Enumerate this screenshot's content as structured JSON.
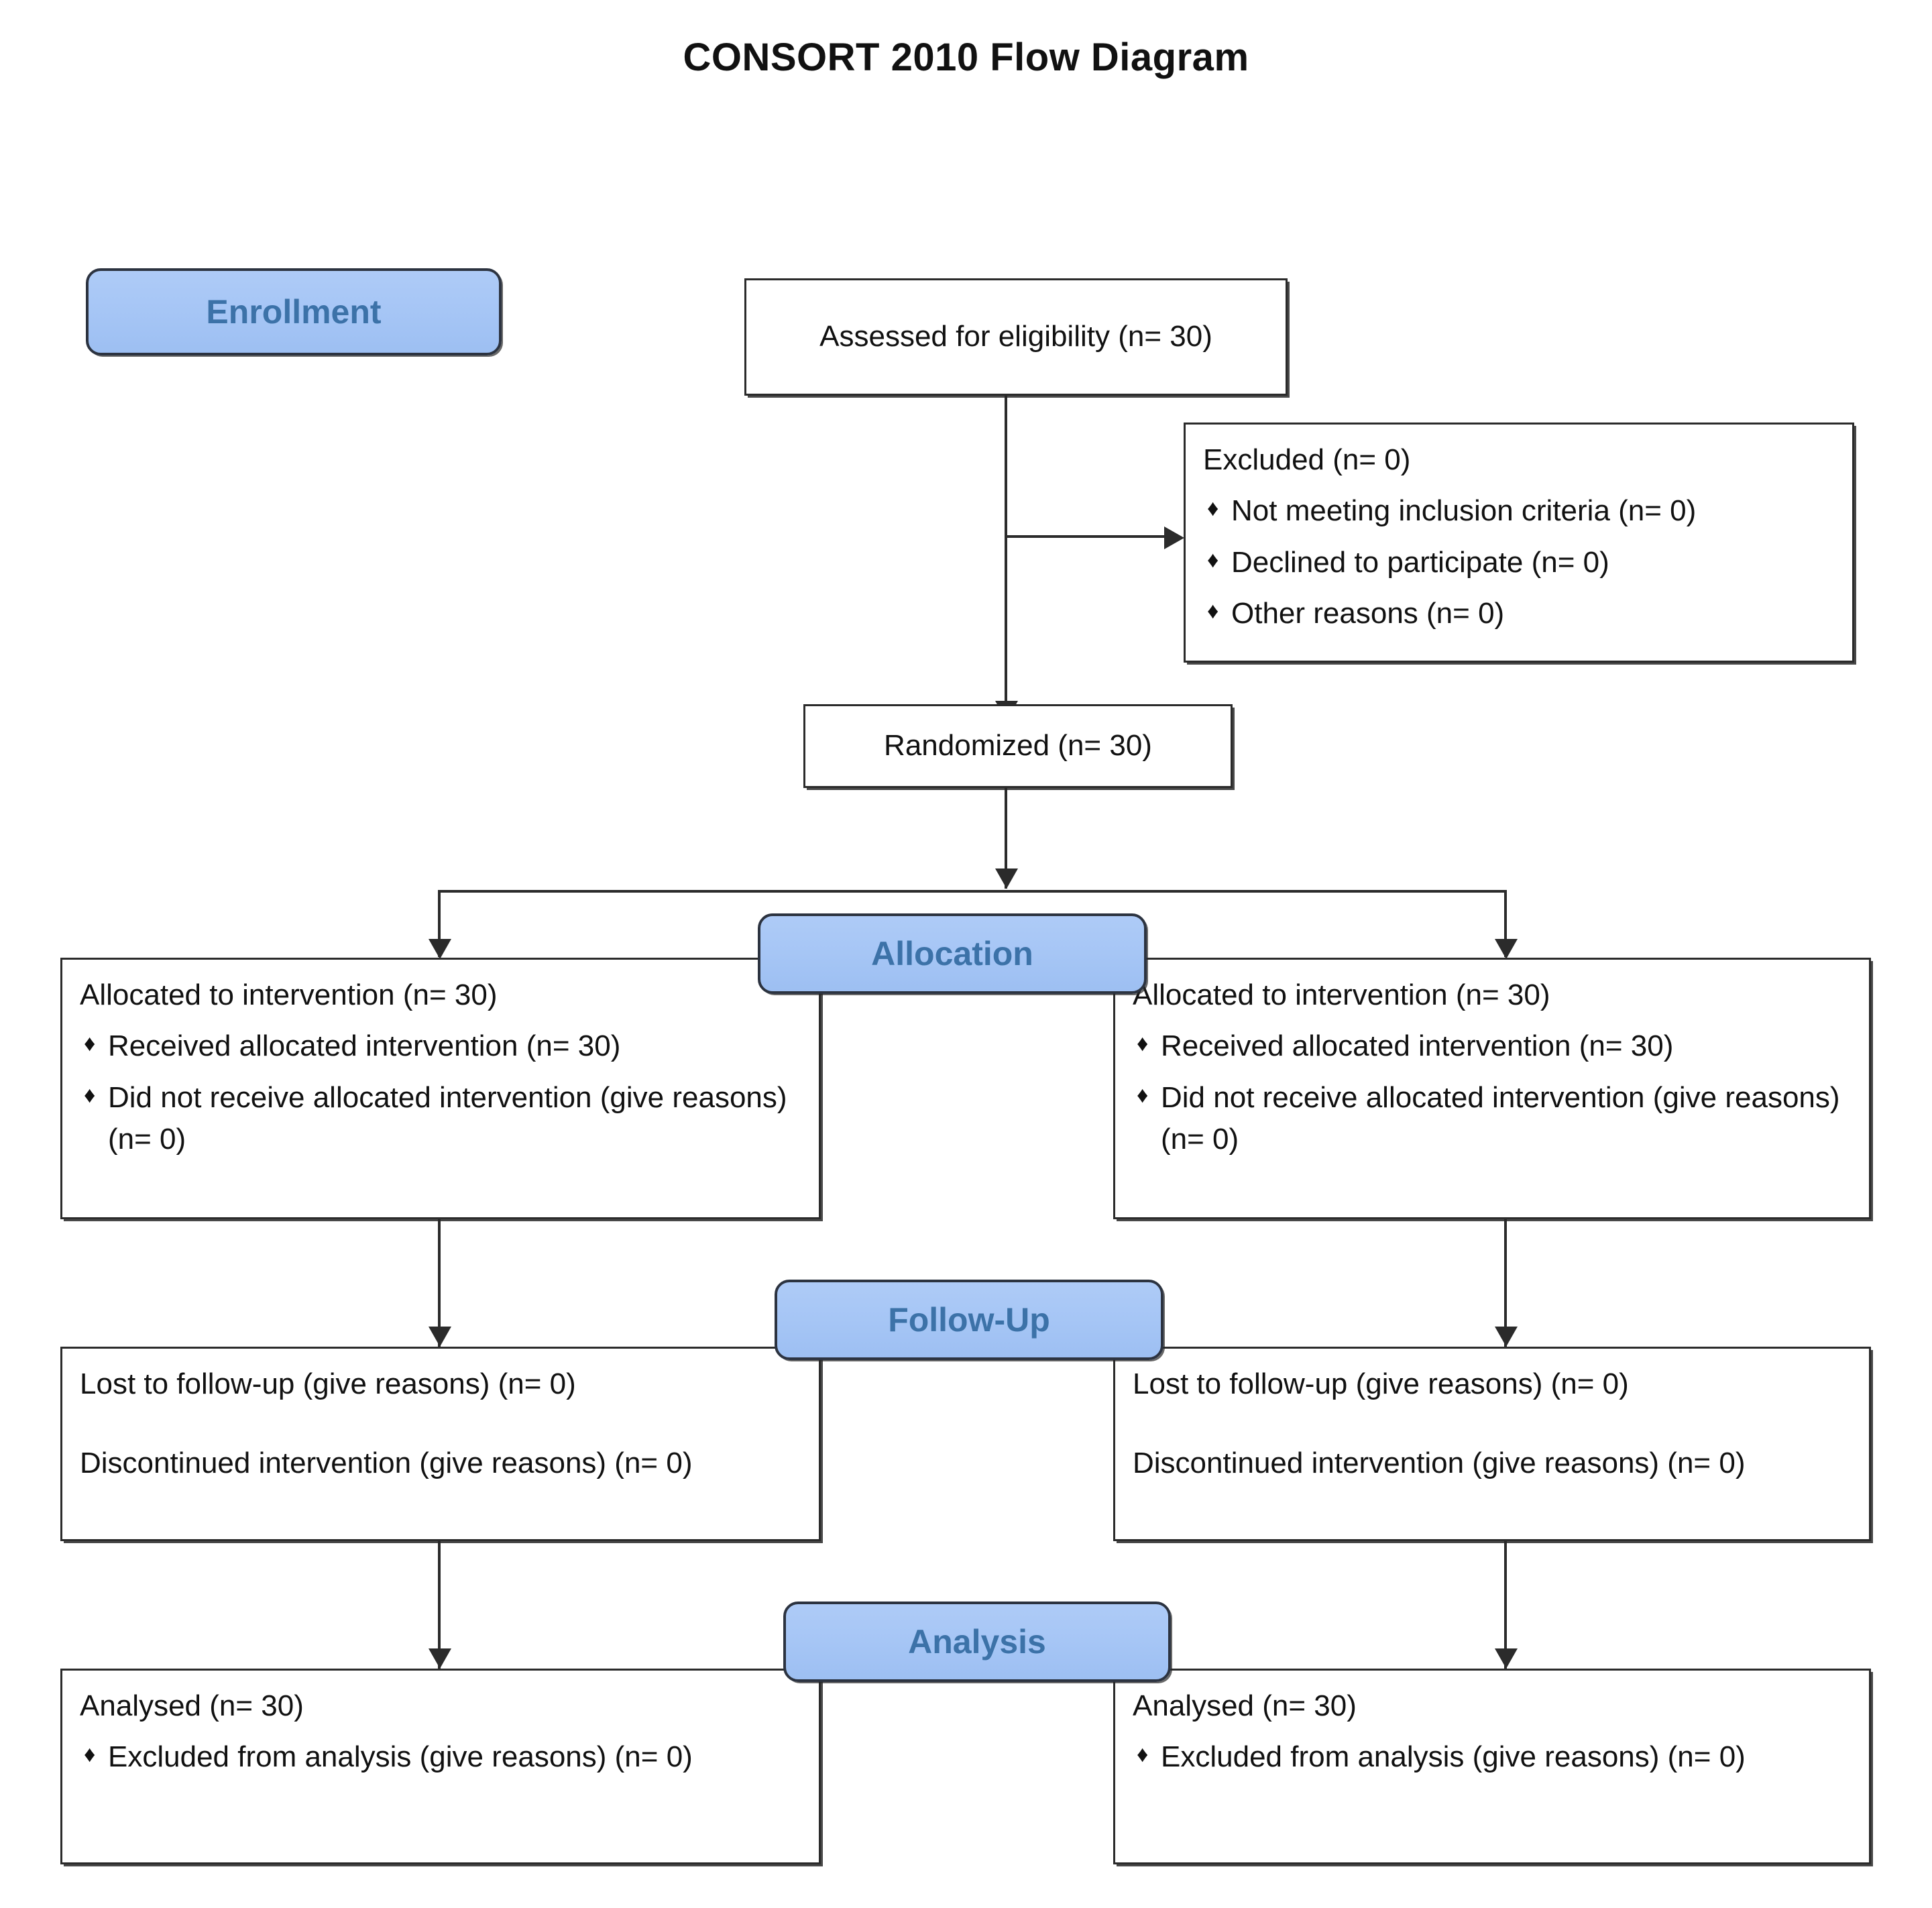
{
  "title": "CONSORT 2010 Flow Diagram",
  "stages": {
    "enrollment": "Enrollment",
    "allocation": "Allocation",
    "followup": "Follow-Up",
    "analysis": "Analysis"
  },
  "bullet_glyph": "♦",
  "colors": {
    "badge_fill": "#a8c8f5",
    "badge_text": "#3c72a8",
    "badge_border": "#2c3340",
    "box_border": "#2b2b2b",
    "text": "#111111",
    "background": "#ffffff"
  },
  "nodes": {
    "assessed": {
      "text": "Assessed for eligibility (n= 30)"
    },
    "excluded": {
      "heading": "Excluded  (n= 0)",
      "items": [
        "Not meeting inclusion criteria (n= 0)",
        "Declined to participate (n= 0)",
        "Other reasons (n= 0)"
      ]
    },
    "randomized": {
      "text": "Randomized (n= 30)"
    },
    "allocation_left": {
      "heading": "Allocated to intervention (n= 30)",
      "items": [
        "Received allocated intervention (n= 30)",
        "Did not receive allocated intervention (give reasons) (n= 0)"
      ]
    },
    "allocation_right": {
      "heading": "Allocated to intervention (n= 30)",
      "items": [
        "Received allocated intervention (n= 30)",
        "Did not receive allocated intervention (give reasons) (n= 0)"
      ]
    },
    "followup_left": {
      "line1": "Lost to follow-up (give reasons) (n= 0)",
      "line2": "Discontinued intervention (give reasons) (n= 0)"
    },
    "followup_right": {
      "line1": "Lost to follow-up (give reasons) (n= 0)",
      "line2": "Discontinued intervention (give reasons) (n= 0)"
    },
    "analysis_left": {
      "heading": "Analysed  (n= 30)",
      "items": [
        "Excluded from analysis (give reasons) (n= 0)"
      ]
    },
    "analysis_right": {
      "heading": "Analysed  (n= 30)",
      "items": [
        "Excluded from analysis (give reasons) (n= 0)"
      ]
    }
  }
}
